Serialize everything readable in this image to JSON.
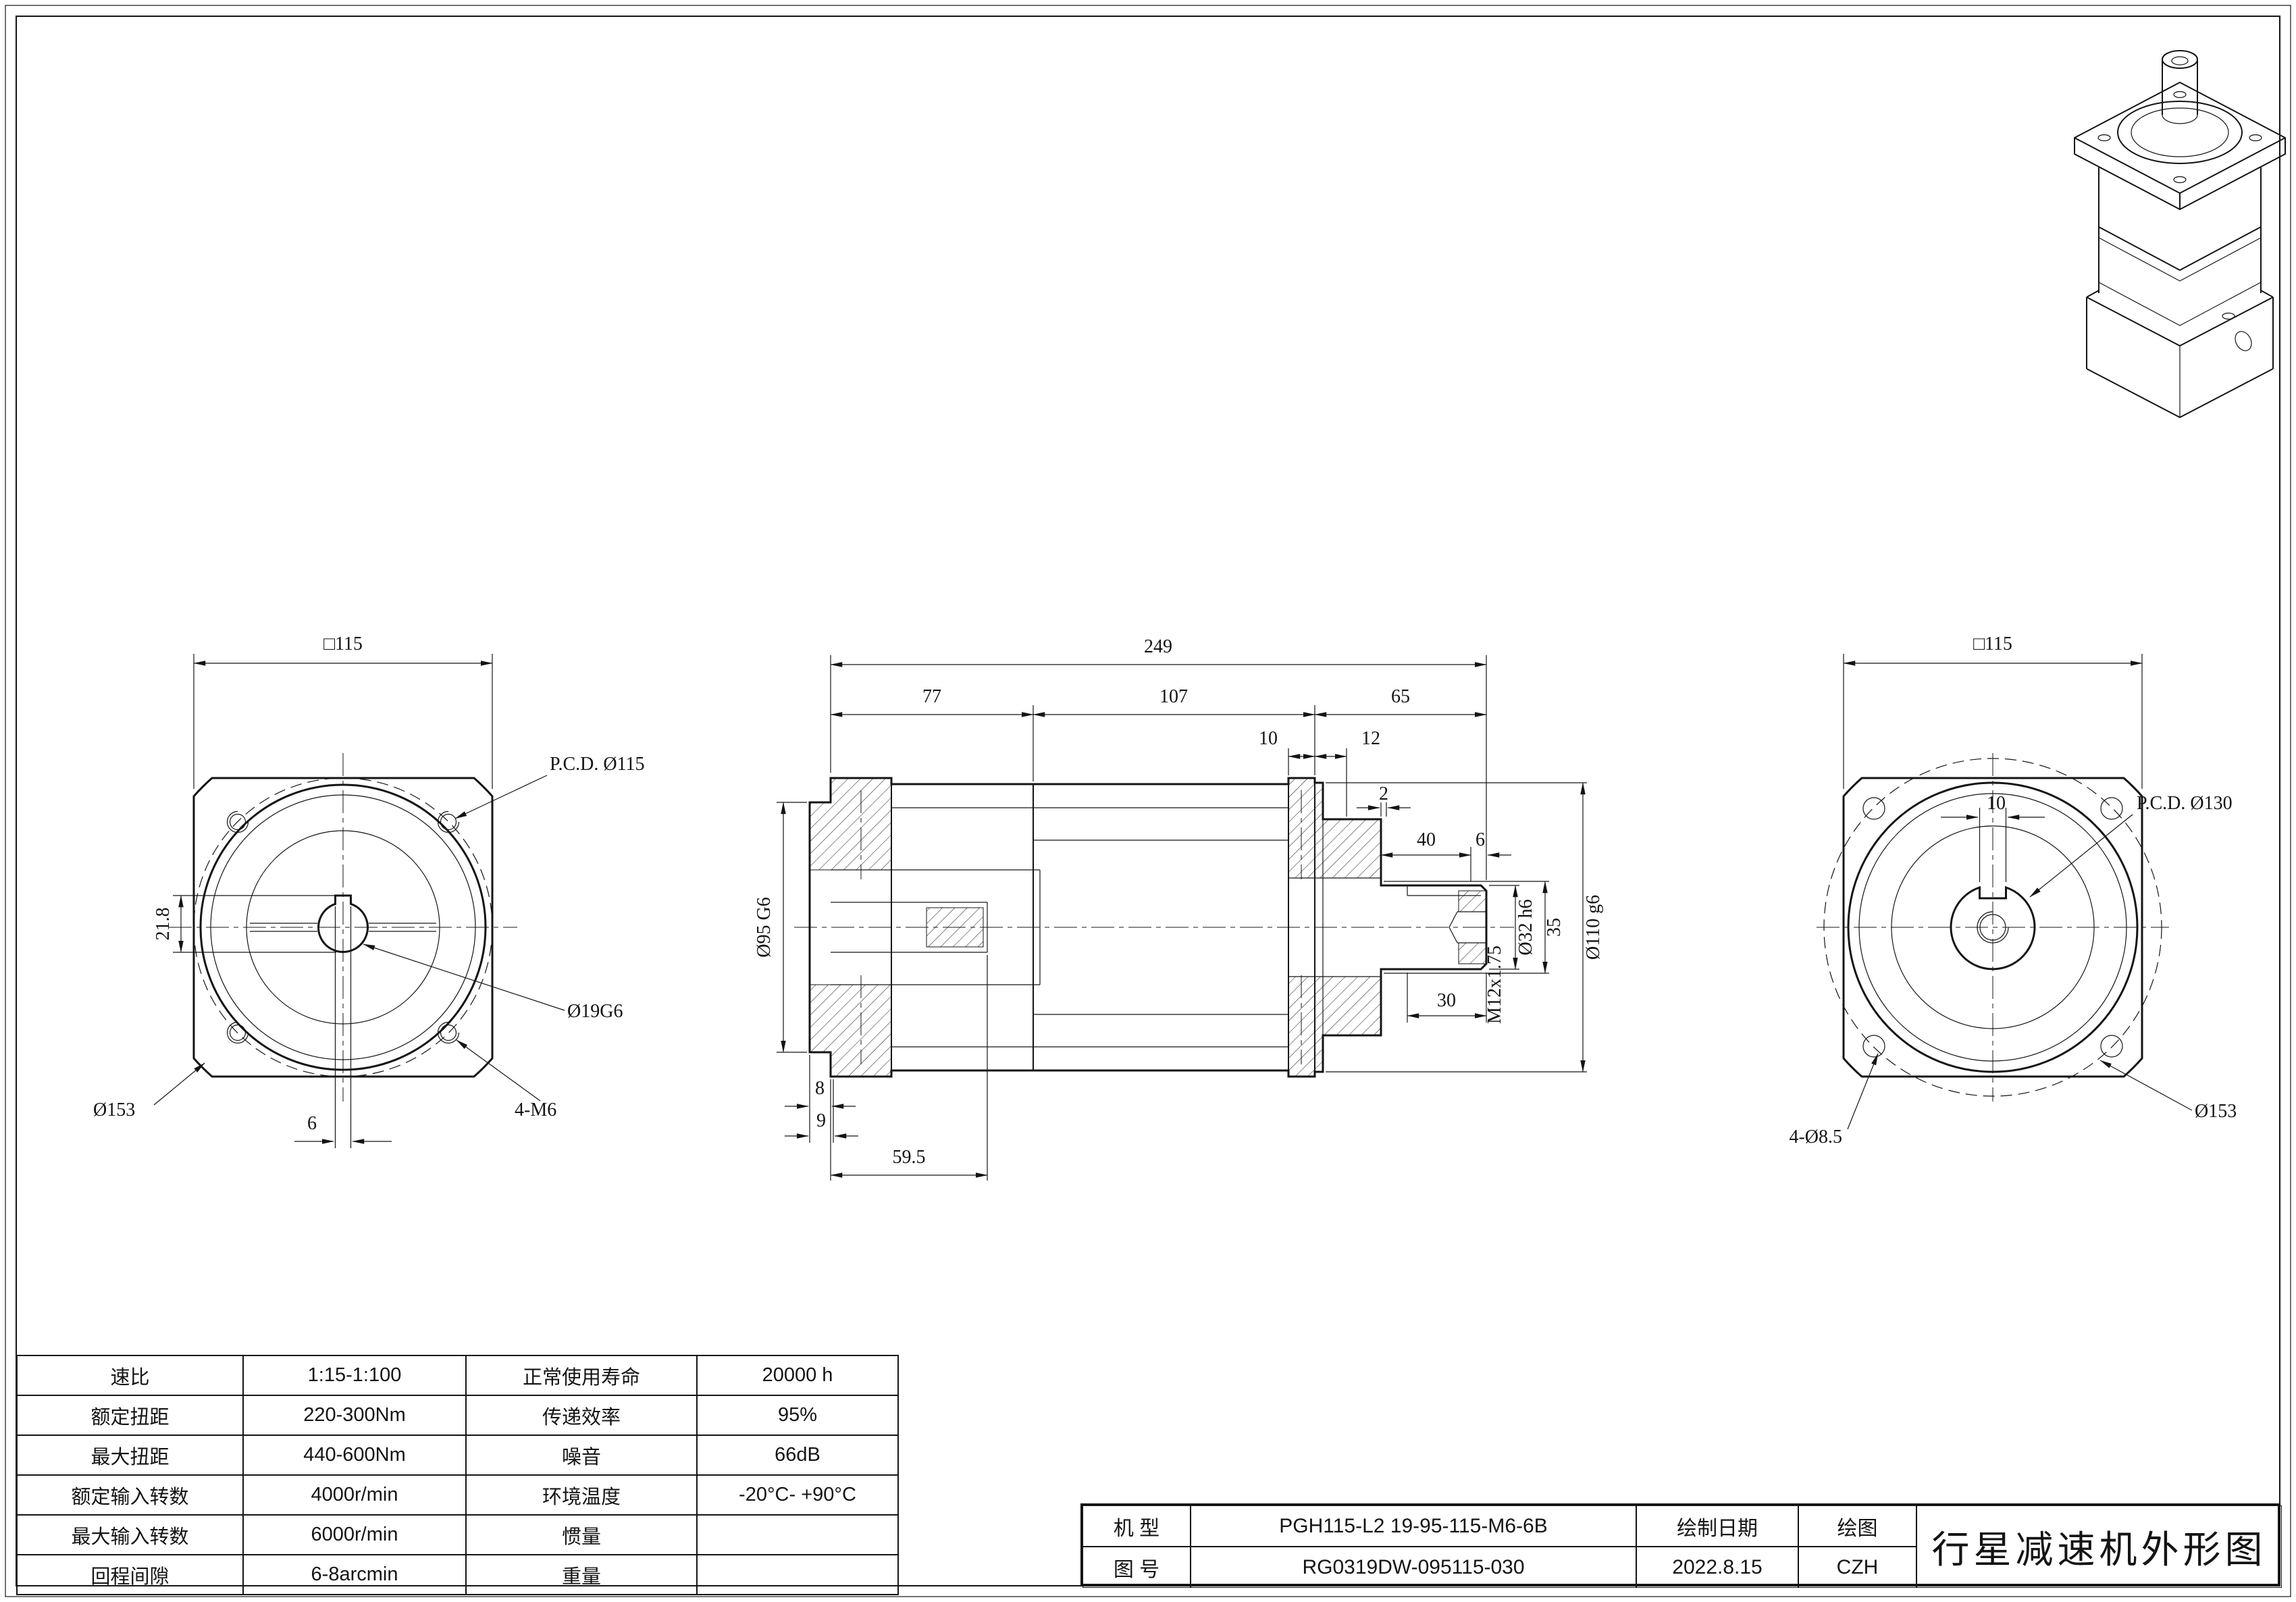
{
  "front_view": {
    "dim_square": "□115",
    "dim_keyway_height": "21.8",
    "dim_key_width": "6",
    "dim_outer_circle": "Ø153",
    "dim_mount_holes": "4-M6",
    "dim_bore": "Ø19G6",
    "dim_pcd": "P.C.D. Ø115"
  },
  "section_view": {
    "dim_total_length": "249",
    "dim_front_section": "77",
    "dim_mid_section": "107",
    "dim_rear_section": "65",
    "dim_step_10": "10",
    "dim_step_12": "12",
    "dim_input_pilot": "Ø95 G6",
    "dim_step_8": "8",
    "dim_step_9": "9",
    "dim_bore_depth": "59.5",
    "dim_step_2": "2",
    "dim_shaft_length": "40",
    "dim_shaft_end": "6",
    "dim_keyway_length": "30",
    "dim_thread": "M12x1.75",
    "dim_shaft_dia": "Ø32 h6",
    "dim_shoulder": "35",
    "dim_output_pilot": "Ø110 g6"
  },
  "back_view": {
    "dim_square": "□115",
    "dim_keyway_width": "10",
    "dim_pcd": "P.C.D. Ø130",
    "dim_outer_circle": "Ø153",
    "dim_mount_holes": "4-Ø8.5"
  },
  "spec_table": {
    "rows": [
      {
        "c1": "速比",
        "c2": "1:15-1:100",
        "c3": "正常使用寿命",
        "c4": "20000 h"
      },
      {
        "c1": "额定扭距",
        "c2": "220-300Nm",
        "c3": "传递效率",
        "c4": "95%"
      },
      {
        "c1": "最大扭距",
        "c2": "440-600Nm",
        "c3": "噪音",
        "c4": "66dB"
      },
      {
        "c1": "额定输入转数",
        "c2": "4000r/min",
        "c3": "环境温度",
        "c4": "-20°C- +90°C"
      },
      {
        "c1": "最大输入转数",
        "c2": "6000r/min",
        "c3": "惯量",
        "c4": ""
      },
      {
        "c1": "回程间隙",
        "c2": "6-8arcmin",
        "c3": "重量",
        "c4": ""
      }
    ]
  },
  "title_block": {
    "model_label": "机 型",
    "model_value": "PGH115-L2 19-95-115-M6-6B",
    "date_label": "绘制日期",
    "date_value": "2022.8.15",
    "draw_label": "绘图",
    "draw_value": "CZH",
    "no_label": "图 号",
    "no_value": "RG0319DW-095115-030",
    "title": "行星减速机外形图"
  }
}
